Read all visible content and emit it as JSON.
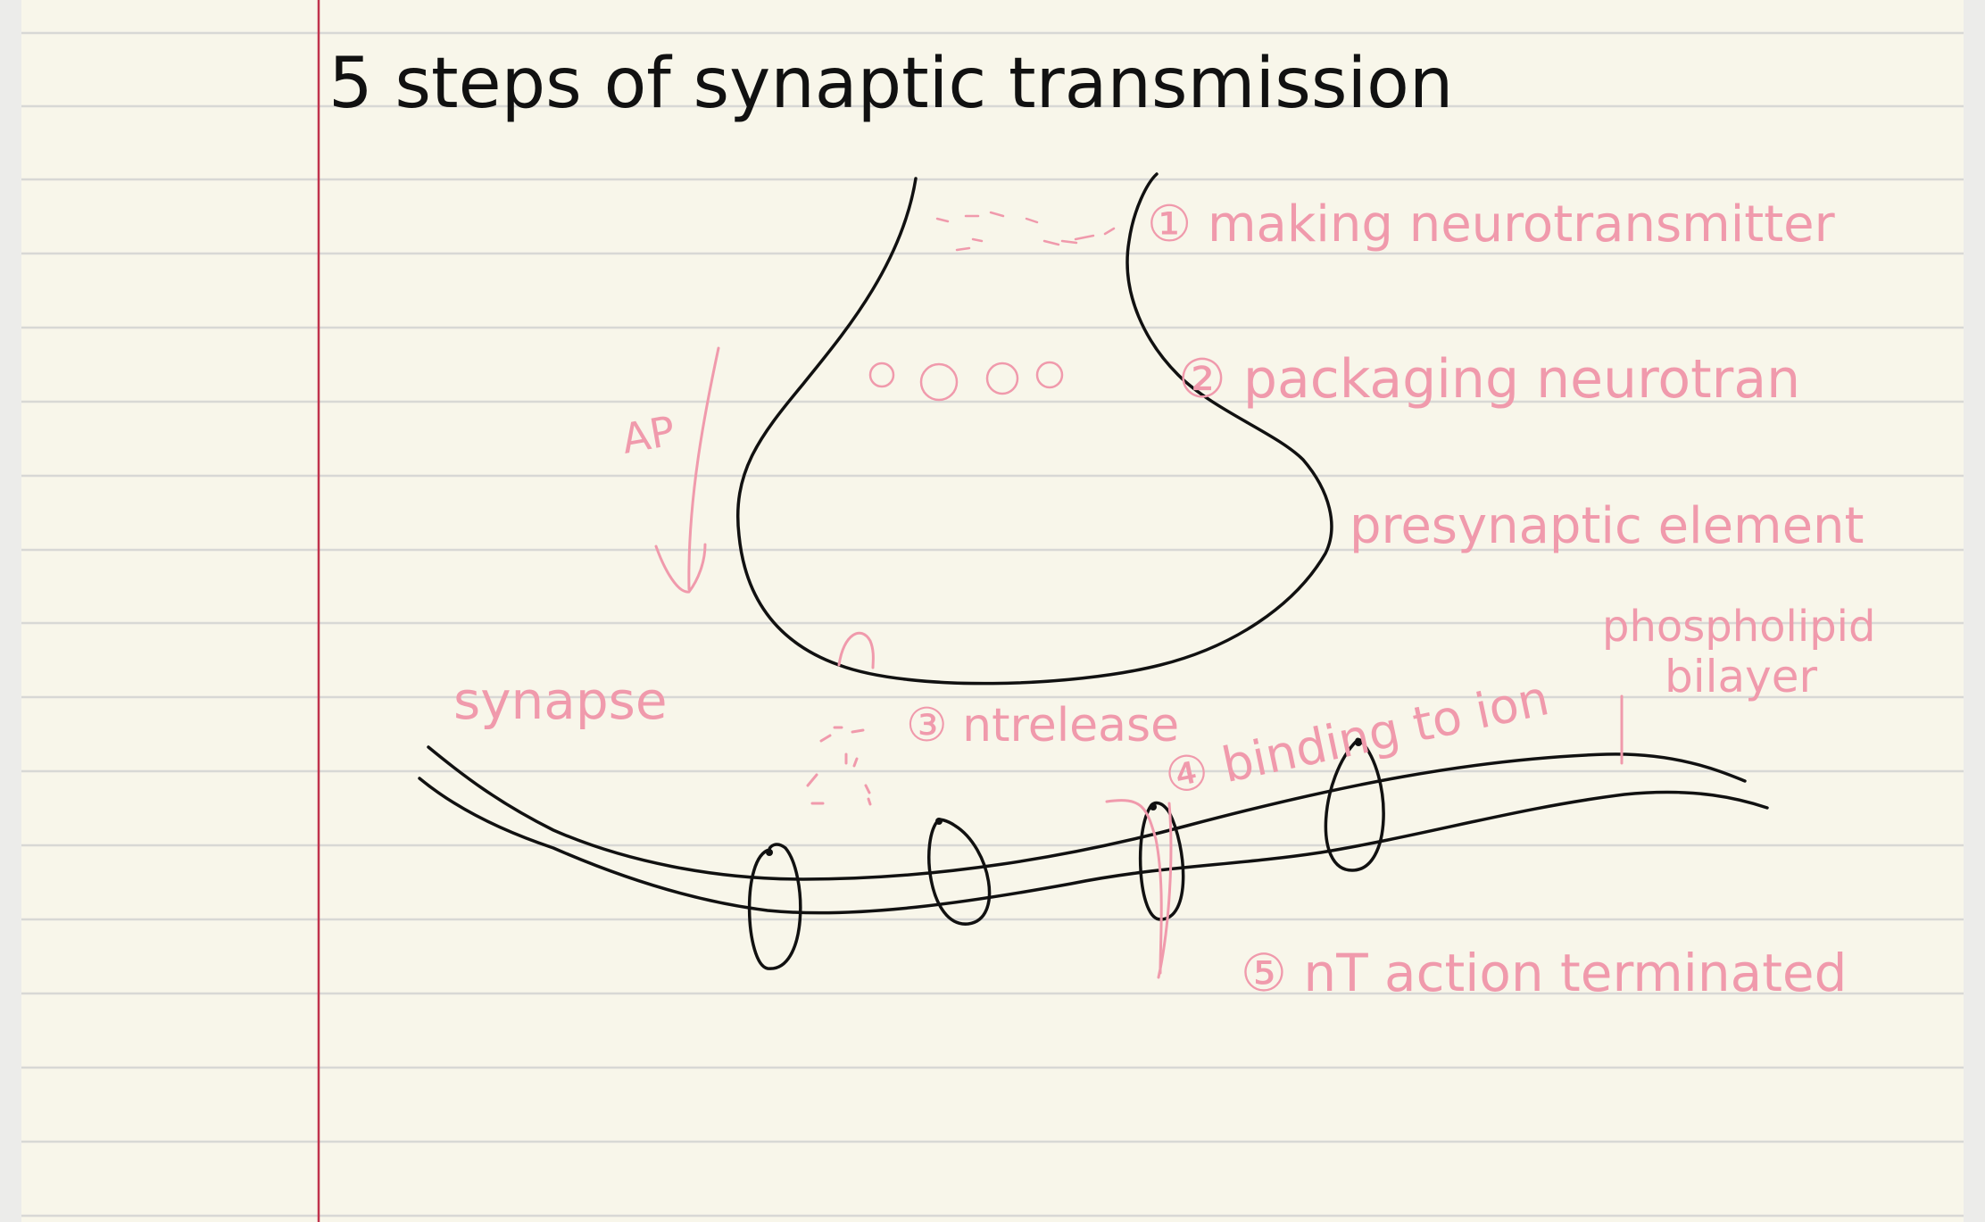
{
  "title": "5 steps of synaptic transmission",
  "colors": {
    "paper": "#f8f6ea",
    "rule_line": "#d9d9d6",
    "margin_line": "#c0334d",
    "ink": "#111111",
    "pink": "#f09aac",
    "outer_border": "#eeeeec"
  },
  "labels": {
    "step1": "① making neurotransmitter",
    "step2": "② packaging neurotran",
    "presynaptic": "presynaptic element",
    "phospholipid": "phospholipid",
    "bilayer": "bilayer",
    "ap": "AP",
    "synapse": "synapse",
    "step3": "③ ntrelease",
    "step4": "④ binding to ion",
    "step5": "⑤ nT action terminated"
  }
}
